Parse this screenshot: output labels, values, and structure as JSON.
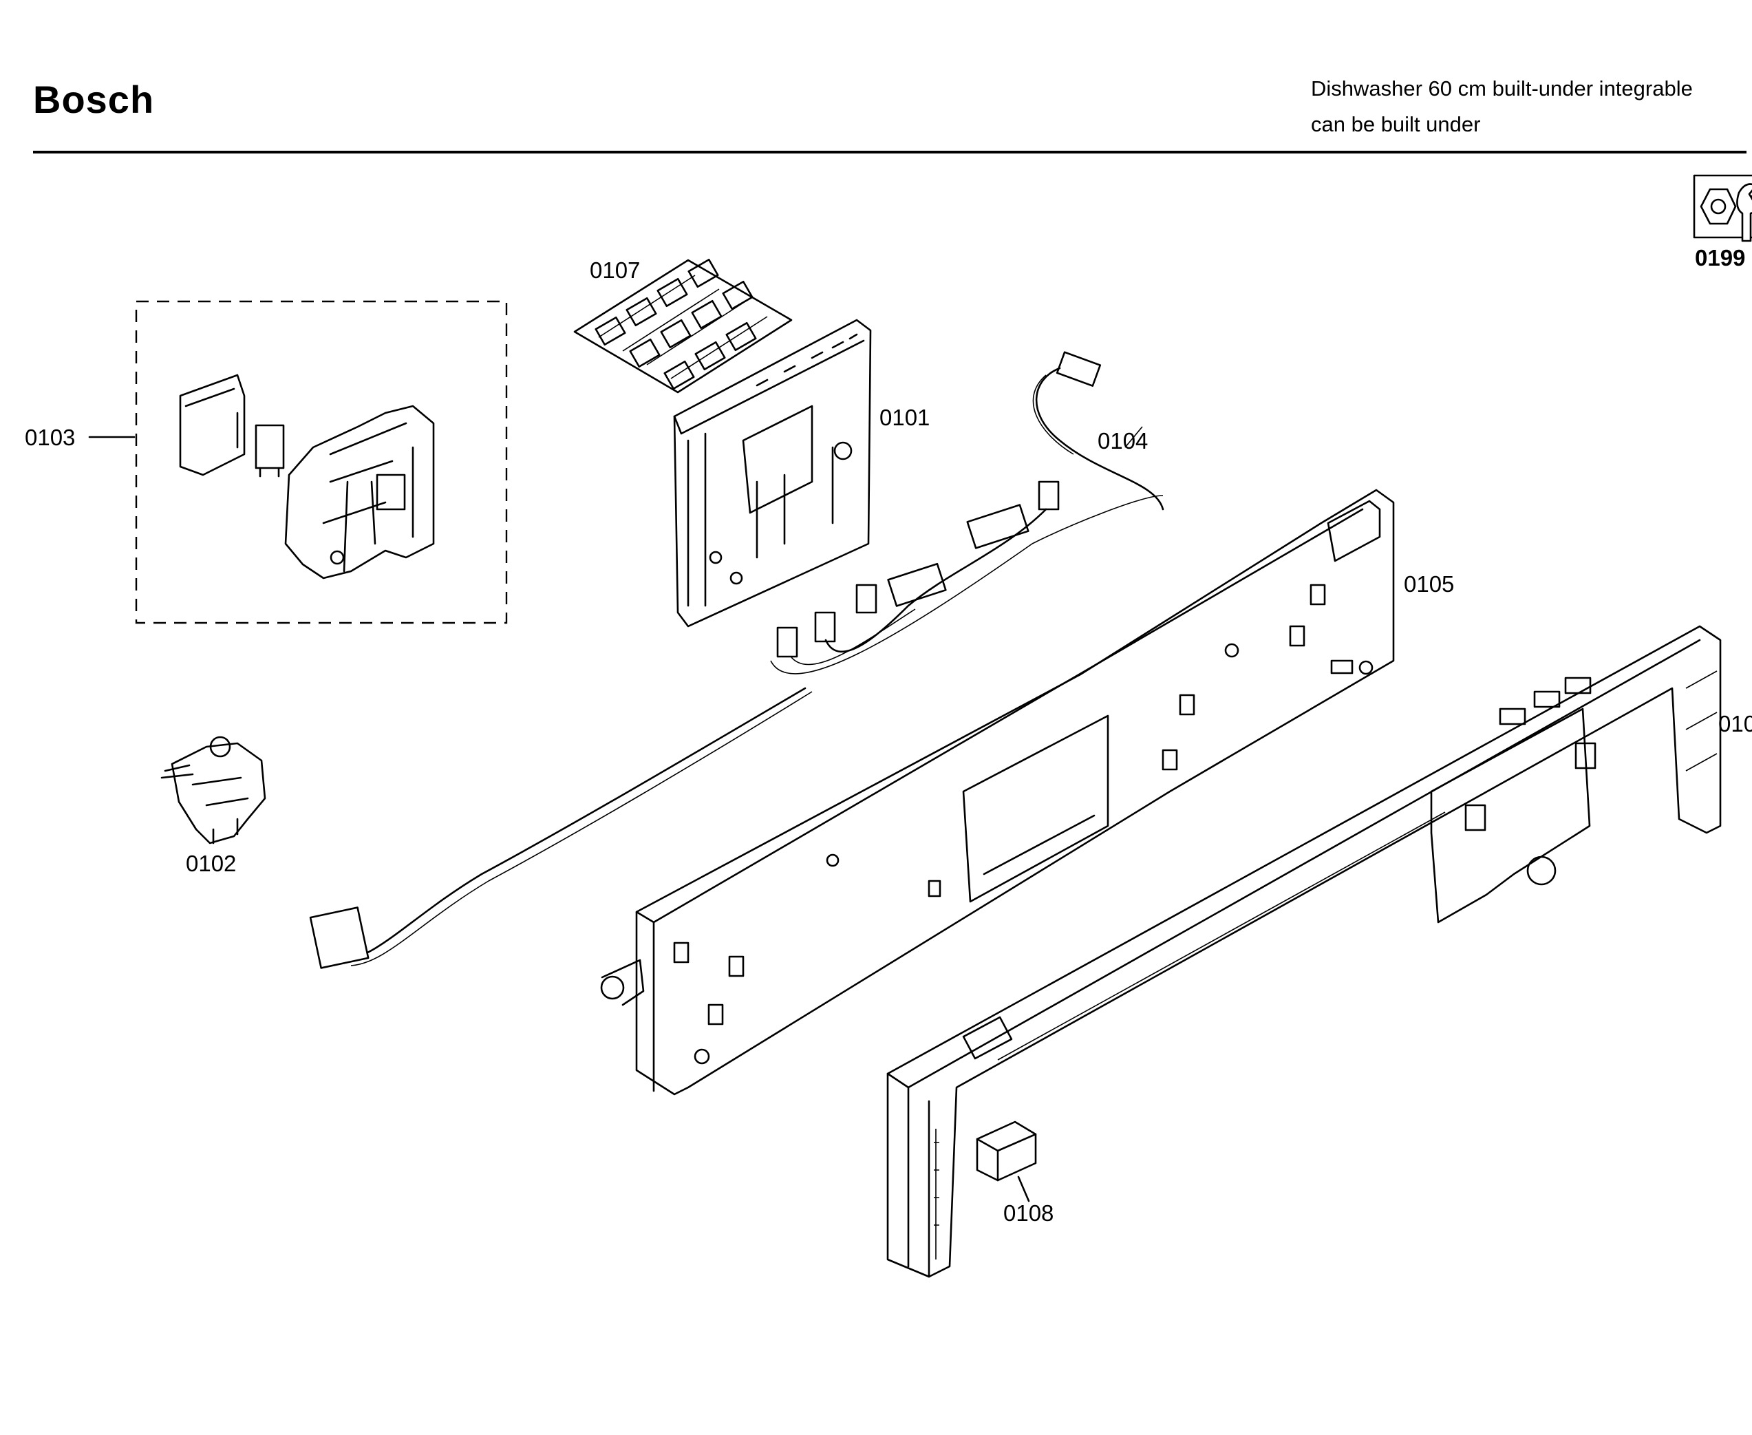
{
  "header": {
    "brand": "Bosch",
    "subtitle_line1": "Dishwasher 60 cm built-under integrable",
    "subtitle_line2": "can be built under"
  },
  "tool_icon": {
    "icon": "wrench-nut-icon",
    "label": "0199"
  },
  "parts": [
    {
      "id": "0101",
      "icon": "control-module-icon"
    },
    {
      "id": "0102",
      "icon": "switch-icon"
    },
    {
      "id": "0103",
      "icon": "door-lock-assembly-icon"
    },
    {
      "id": "0104",
      "icon": "wire-harness-icon"
    },
    {
      "id": "0105",
      "icon": "control-panel-frame-icon"
    },
    {
      "id": "010",
      "icon": "fascia-panel-icon"
    },
    {
      "id": "0107",
      "icon": "button-mat-icon"
    },
    {
      "id": "0108",
      "icon": "connector-block-icon"
    }
  ]
}
